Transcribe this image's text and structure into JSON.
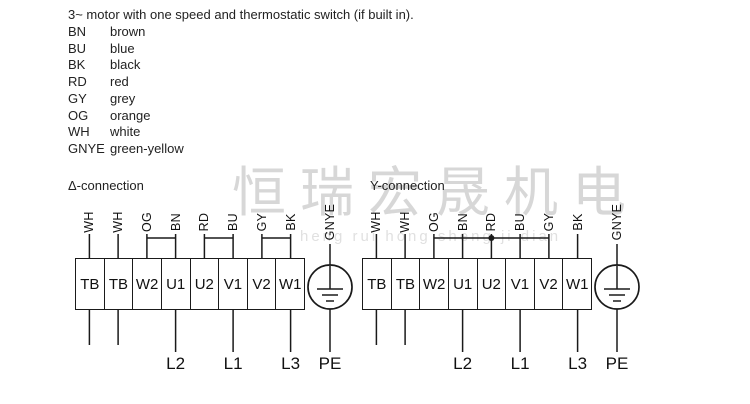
{
  "title": "3~ motor with one speed and thermostatic switch (if built in).",
  "legend": {
    "items": [
      {
        "code": "BN",
        "name": "brown"
      },
      {
        "code": "BU",
        "name": "blue"
      },
      {
        "code": "BK",
        "name": "black"
      },
      {
        "code": "RD",
        "name": "red"
      },
      {
        "code": "GY",
        "name": "grey"
      },
      {
        "code": "OG",
        "name": "orange"
      },
      {
        "code": "WH",
        "name": "white"
      },
      {
        "code": "GNYE",
        "name": "green-yellow"
      }
    ]
  },
  "watermark": {
    "text": "恒瑞宏晟机电",
    "subtext": "heng rui hong sheng ji dian"
  },
  "appearance": {
    "line_color": "#1a1a1a",
    "watermark_color": "#9a9a9a",
    "background": "#ffffff"
  },
  "diagrams": [
    {
      "label": "Δ-connection",
      "terminals": [
        "TB",
        "TB",
        "W2",
        "U1",
        "U2",
        "V1",
        "V2",
        "W1"
      ],
      "wire_colors": [
        "WH",
        "WH",
        "OG",
        "BN",
        "RD",
        "BU",
        "GY",
        "BK"
      ],
      "pe_wire_color": "GNYE",
      "supply_labels": [
        "L2",
        "L1",
        "L3"
      ],
      "pe_label": "PE"
    },
    {
      "label": "Y-connection",
      "terminals": [
        "TB",
        "TB",
        "W2",
        "U1",
        "U2",
        "V1",
        "V2",
        "W1"
      ],
      "wire_colors": [
        "WH",
        "WH",
        "OG",
        "BN",
        "RD",
        "BU",
        "GY",
        "BK"
      ],
      "pe_wire_color": "GNYE",
      "supply_labels": [
        "L2",
        "L1",
        "L3"
      ],
      "pe_label": "PE"
    }
  ]
}
